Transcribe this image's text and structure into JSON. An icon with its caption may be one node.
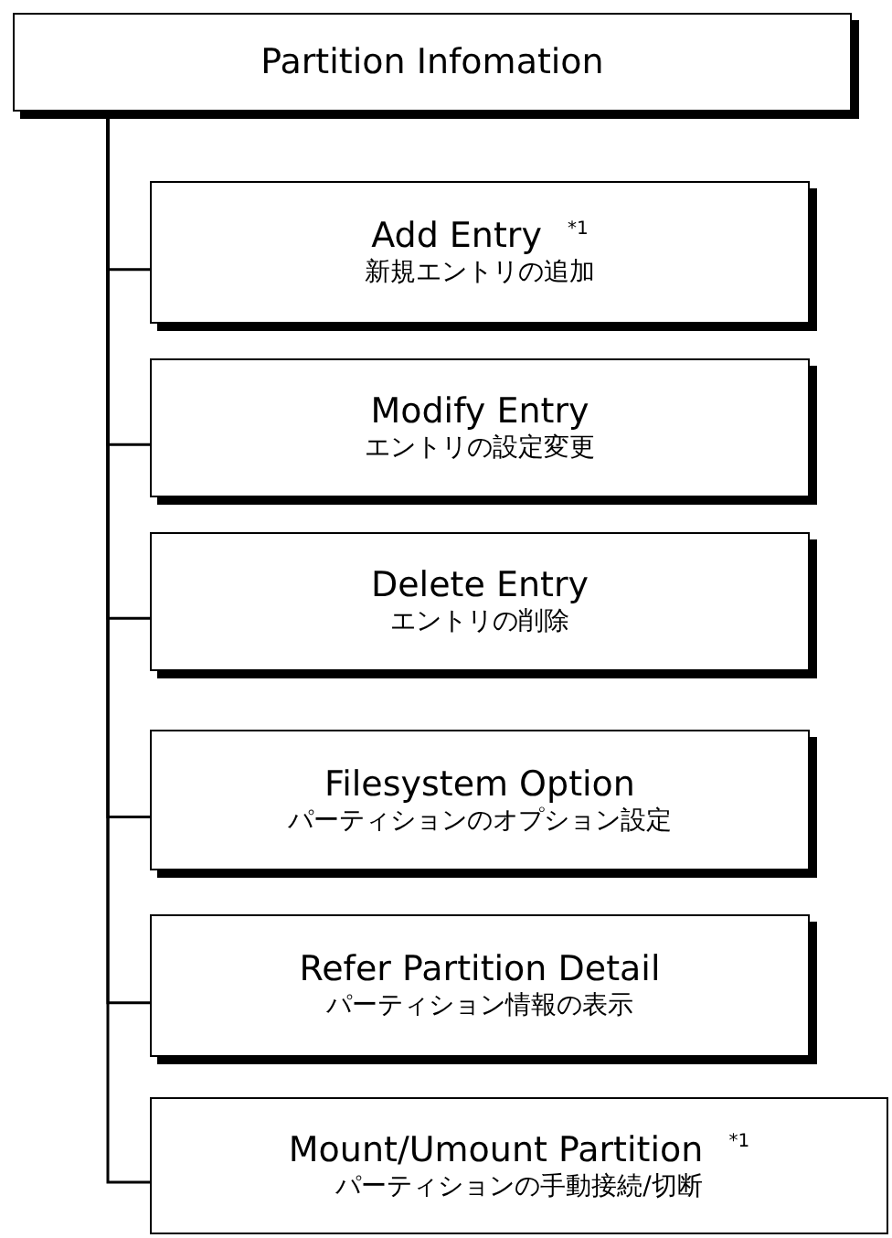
{
  "diagram": {
    "nodes": [
      {
        "text": [
          "Partition Infomation"
        ]
      },
      {
        "text": [
          "Add Entry $^{*1}$",
          "新規エントリの追加"
        ]
      },
      {
        "text": [
          "Modify Entry",
          "エントリの設定変更"
        ]
      },
      {
        "text": [
          "Delete Entry",
          "エントリの削除"
        ]
      },
      {
        "text": [
          "Filesystem Option",
          "パーティションのオプション設定"
        ]
      },
      {
        "text": [
          "Refer Partition Detail",
          "パーティション情報の表示"
        ]
      },
      {
        "text": [
          "Mount/Umount Partition $^{*1}$",
          "パーティションの手動接続/切断"
        ]
      }
    ],
    "edges": [
      {
        "from": 0,
        "to": 1,
        "arrow": "none"
      },
      {
        "from": 0,
        "to": 2,
        "arrow": "none"
      },
      {
        "from": 0,
        "to": 3,
        "arrow": "none"
      },
      {
        "from": 0,
        "to": 4,
        "arrow": "none"
      },
      {
        "from": 0,
        "to": 5,
        "arrow": "none"
      },
      {
        "from": 0,
        "to": 6,
        "arrow": "none"
      }
    ]
  }
}
